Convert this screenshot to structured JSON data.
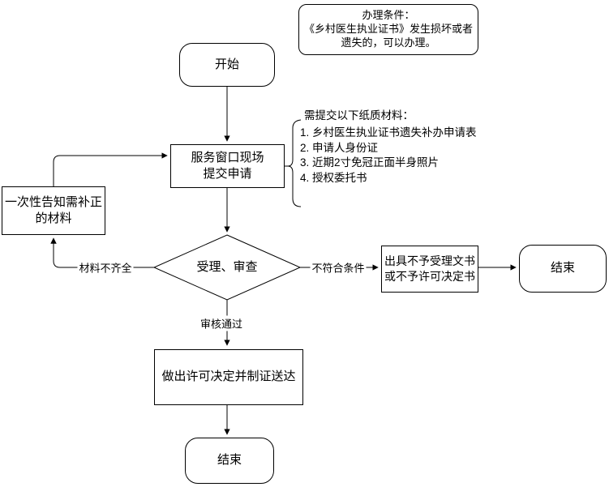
{
  "diagram": {
    "background_color": "#ffffff",
    "stroke_color": "#000000",
    "nodes": {
      "note": {
        "label": "办理条件：\n《乡村医生执业证书》发生损坏或者\n遗失的，可以办理。"
      },
      "start": {
        "label": "开始"
      },
      "service": {
        "label": "服务窗口现场\n提交申请"
      },
      "notify": {
        "label": "一次性告知需补正\n的材料"
      },
      "review": {
        "label": "受理、审查"
      },
      "reject_doc": {
        "label": "出具不予受理文书\n或不予许可决定书"
      },
      "end_right": {
        "label": "结束"
      },
      "decision": {
        "label": "做出许可决定并制证送达"
      },
      "end_bottom": {
        "label": "结束"
      }
    },
    "edge_labels": {
      "incomplete": "材料不齐全",
      "not_qualified": "不符合条件",
      "approved": "审核通过"
    },
    "materials": {
      "header": "需提交以下纸质材料：",
      "items": [
        "1. 乡村医生执业证书遗失补办申请表",
        "2. 申请人身份证",
        "3. 近期2寸免冠正面半身照片",
        "4. 授权委托书"
      ]
    }
  }
}
